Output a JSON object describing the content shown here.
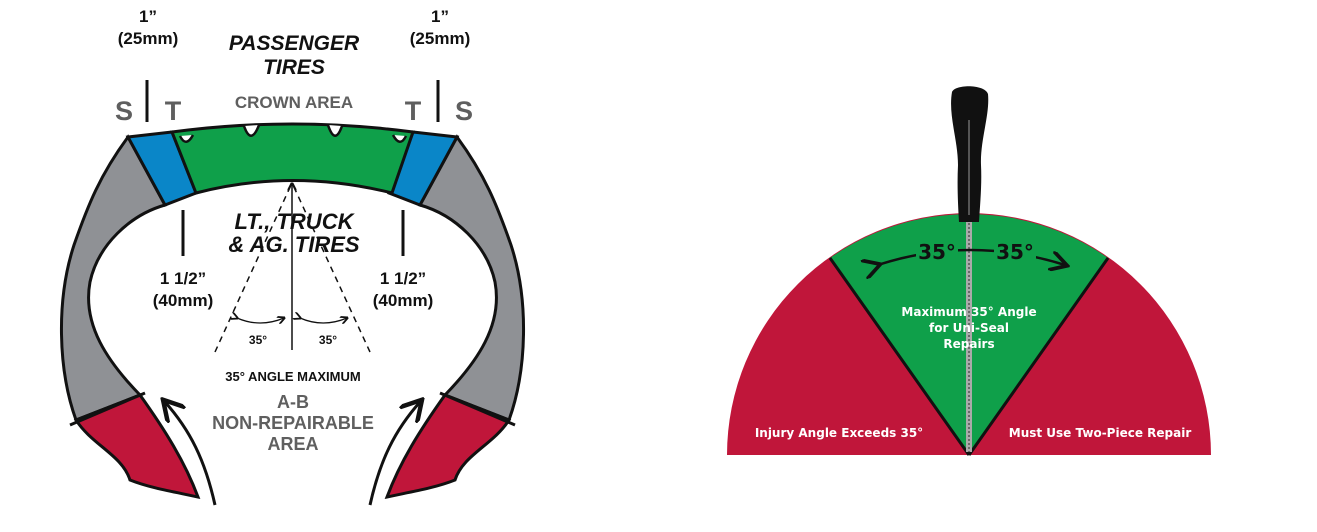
{
  "colors": {
    "crown": "#0fa04a",
    "shoulder": "#0a86c8",
    "sidewall": "#8f9195",
    "bead": "#c0163a",
    "text_gray": "#5f5f5f"
  },
  "left_diagram": {
    "passenger_title": [
      "PASSENGER",
      "TIRES"
    ],
    "crown_label": "CROWN AREA",
    "left_top": {
      "inches": "1”",
      "mm": "(25mm)",
      "s": "S",
      "t": "T"
    },
    "right_top": {
      "inches": "1”",
      "mm": "(25mm)",
      "s": "S",
      "t": "T"
    },
    "truck_title": [
      "LT., TRUCK",
      "& AG. TIRES"
    ],
    "left_inner": {
      "inches": "1 1/2”",
      "mm": "(40mm)"
    },
    "right_inner": {
      "inches": "1 1/2”",
      "mm": "(40mm)"
    },
    "angle_left": "35°",
    "angle_right": "35°",
    "angle_caption": "35° ANGLE MAXIMUM",
    "non_repairable": [
      "A-B",
      "NON-REPAIRABLE",
      "AREA"
    ]
  },
  "right_diagram": {
    "angle_left": "35°",
    "angle_right": "35°",
    "center_label": [
      "Maximum 35° Angle",
      "for Uni-Seal",
      "Repairs"
    ],
    "left_label": "Injury Angle Exceeds 35°",
    "right_label": "Must Use Two-Piece Repair"
  }
}
